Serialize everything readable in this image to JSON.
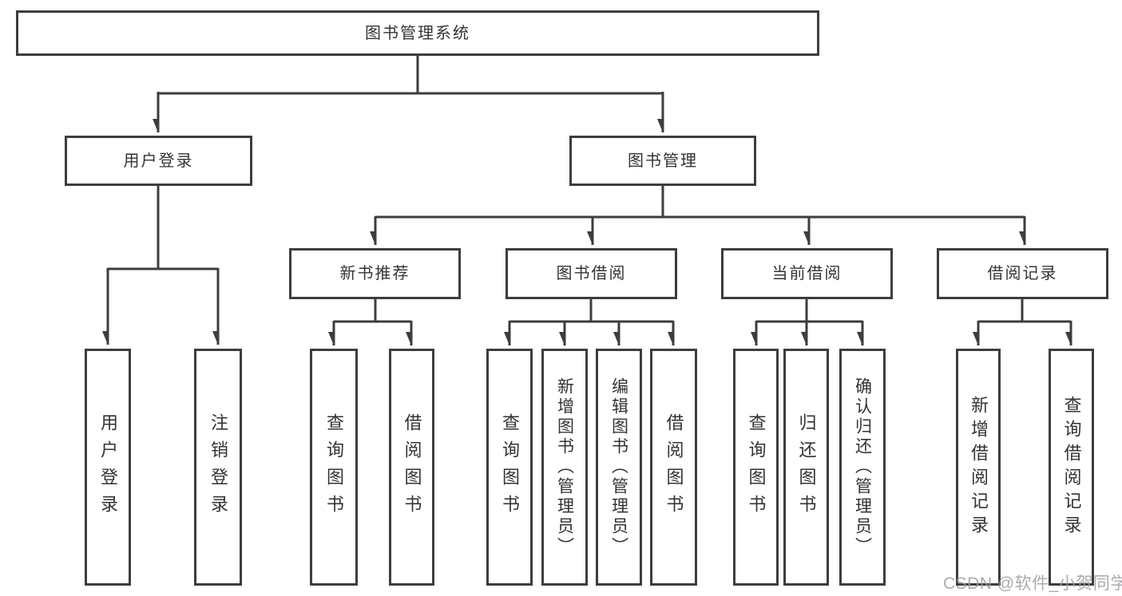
{
  "diagram": {
    "type": "hierarchy-tree",
    "root": {
      "label": "图书管理系统",
      "children": [
        {
          "label": "用户登录",
          "children": [
            {
              "label": "用户登录"
            },
            {
              "label": "注销登录"
            }
          ]
        },
        {
          "label": "图书管理",
          "children": [
            {
              "label": "新书推荐",
              "children": [
                {
                  "label": "查询图书"
                },
                {
                  "label": "借阅图书"
                }
              ]
            },
            {
              "label": "图书借阅",
              "children": [
                {
                  "label": "查询图书"
                },
                {
                  "label": "新增图书（管理员）"
                },
                {
                  "label": "编辑图书（管理员）"
                },
                {
                  "label": "借阅图书"
                }
              ]
            },
            {
              "label": "当前借阅",
              "children": [
                {
                  "label": "查询图书"
                },
                {
                  "label": "归还图书"
                },
                {
                  "label": "确认归还（管理员）"
                }
              ]
            },
            {
              "label": "借阅记录",
              "children": [
                {
                  "label": "新增借阅记录"
                },
                {
                  "label": "查询借阅记录"
                }
              ]
            }
          ]
        }
      ]
    },
    "colors": {
      "line": "#3d3d3d",
      "text": "#333333",
      "background": "#ffffff",
      "watermark": "#9a9da3"
    }
  },
  "watermark": {
    "text": "CSDN @软件_小贺同学"
  }
}
